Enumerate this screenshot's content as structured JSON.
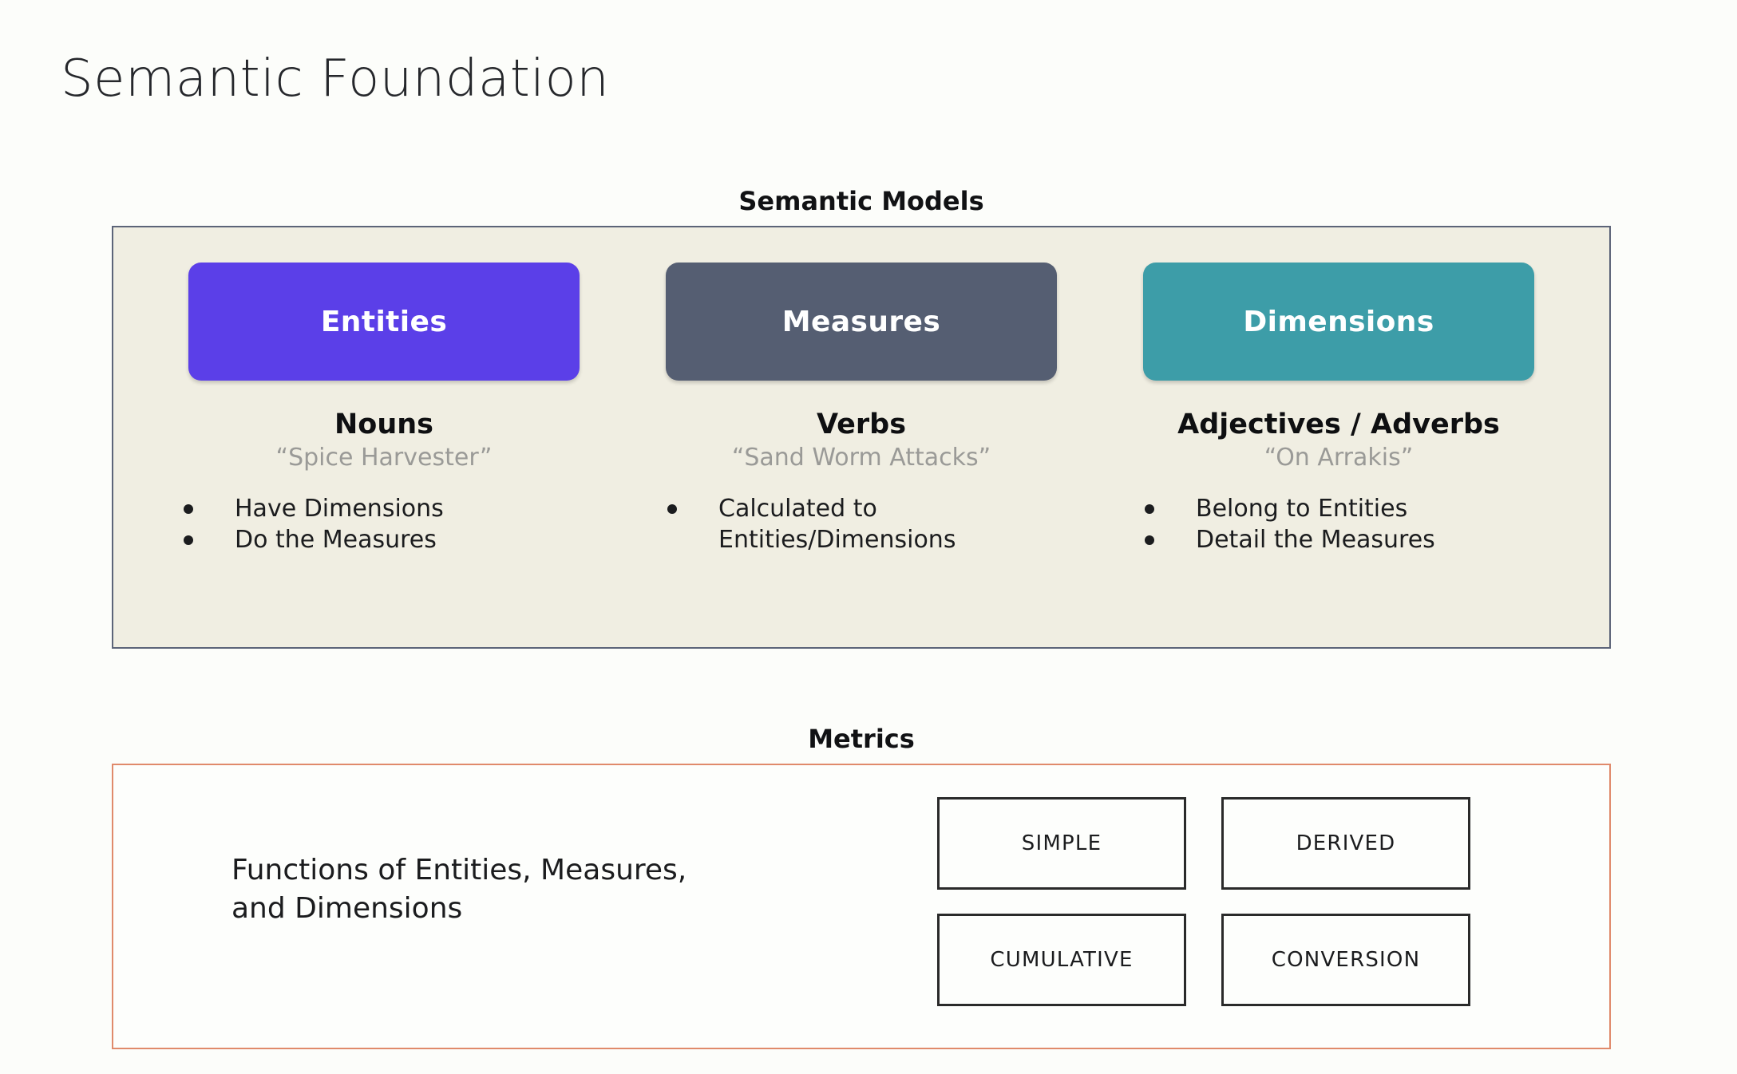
{
  "slide": {
    "title": "Semantic Foundation",
    "background_color": "#fcfdfa"
  },
  "semantic_models": {
    "heading": "Semantic Models",
    "panel_background": "#f0eee2",
    "panel_border_color": "#5c6478",
    "columns": [
      {
        "card_label": "Entities",
        "card_color": "#5b3fe8",
        "part_of_speech": "Nouns",
        "example": "“Spice Harvester”",
        "bullets": [
          "Have Dimensions",
          "Do the Measures"
        ]
      },
      {
        "card_label": "Measures",
        "card_color": "#555e72",
        "part_of_speech": "Verbs",
        "example": "“Sand Worm Attacks”",
        "bullets": [
          "Calculated to Entities/Dimensions"
        ]
      },
      {
        "card_label": "Dimensions",
        "card_color": "#3d9da8",
        "part_of_speech": "Adjectives / Adverbs",
        "example": "“On Arrakis”",
        "bullets": [
          "Belong to Entities",
          "Detail the Measures"
        ]
      }
    ]
  },
  "metrics": {
    "heading": "Metrics",
    "panel_border_color": "#e08a6b",
    "description_line_1": "Functions of Entities, Measures,",
    "description_line_2": "and Dimensions",
    "types": [
      "SIMPLE",
      "DERIVED",
      "CUMULATIVE",
      "CONVERSION"
    ]
  }
}
